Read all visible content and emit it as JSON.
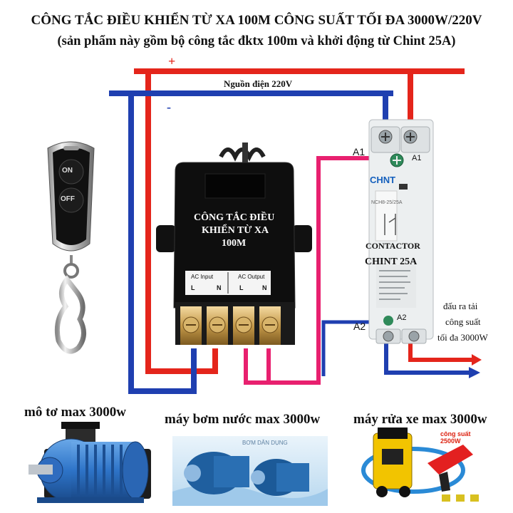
{
  "title_line1": "CÔNG TẮC ĐIỀU KHIỂN TỪ XA 100M CÔNG SUẤT TỐI ĐA 3000W/220V",
  "title_line2": "(sản phẩm này gồm bộ công tắc đktx 100m và khởi động từ Chint 25A)",
  "plus_sign": "+",
  "minus_sign": "-",
  "power_label": "Nguồn điện 220V",
  "remote": {
    "on_label": "ON",
    "off_label": "OFF"
  },
  "controller": {
    "line1": "CÔNG TẮC ĐIỀU",
    "line2": "KHIỂN TỪ XA",
    "line3": "100M",
    "input_label": "AC Input",
    "output_label": "AC Output",
    "term_L": "L",
    "term_N": "N"
  },
  "contactor": {
    "brand": "CHNT",
    "model": "NCH8-25/25A",
    "a1": "A1",
    "a2": "A2",
    "label1": "CONTACTOR",
    "label2": "CHINT 25A"
  },
  "terminal_a1": "A1",
  "terminal_a2": "A2",
  "output_note": [
    "đấu ra tải",
    "công suất",
    "tối đa 3000W"
  ],
  "products": [
    {
      "caption": "mô tơ max 3000w"
    },
    {
      "caption": "máy bơm nước max 3000w",
      "tag": "BƠM DÂN DỤNG"
    },
    {
      "caption": "máy rửa xe max 3000w",
      "tag": "công suất 2500W"
    }
  ],
  "colors": {
    "red_wire": "#e4251b",
    "blue_wire": "#1f3fb0",
    "pink_wire": "#e8206f"
  }
}
